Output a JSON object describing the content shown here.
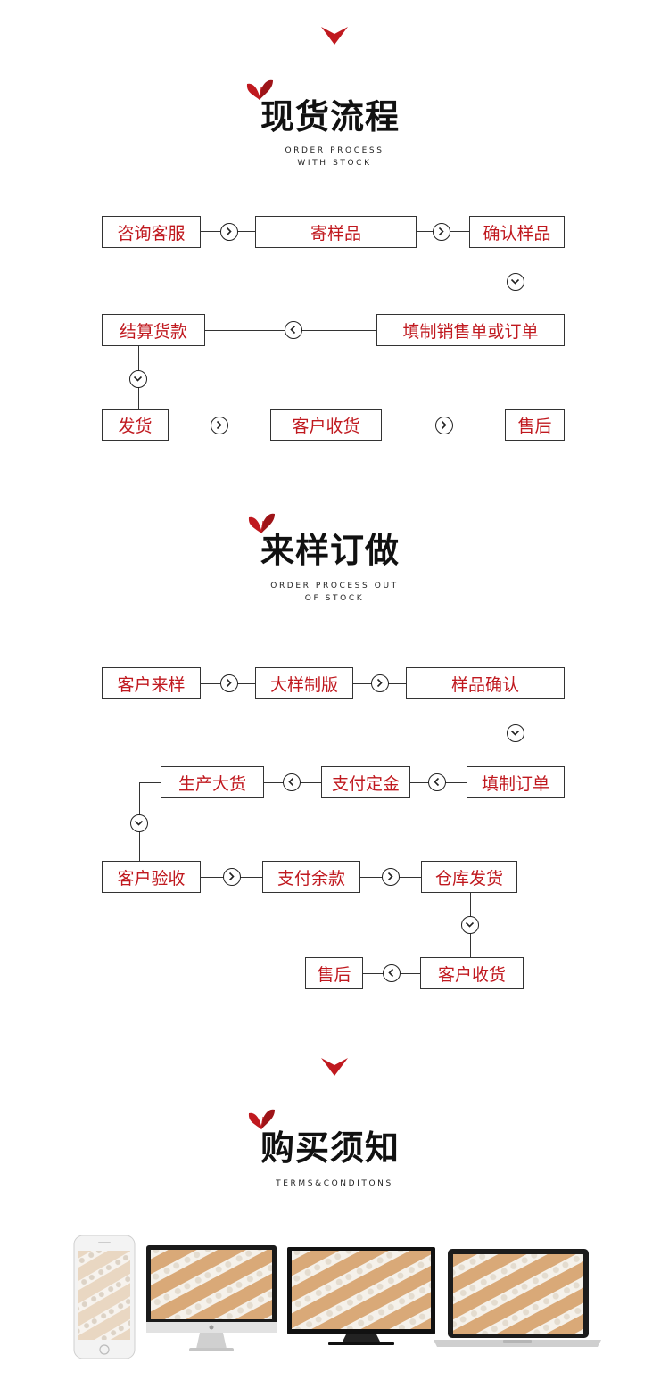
{
  "section1": {
    "title": "现货流程",
    "subtitle_line1": "ORDER PROCESS",
    "subtitle_line2": "WITH STOCK",
    "steps": [
      "咨询客服",
      "寄样品",
      "确认样品",
      "填制销售单或订单",
      "结算货款",
      "发货",
      "客户收货",
      "售后"
    ]
  },
  "section2": {
    "title": "来样订做",
    "subtitle_line1": "ORDER PROCESS OUT",
    "subtitle_line2": "OF STOCK",
    "steps": [
      "客户来样",
      "大样制版",
      "样品确认",
      "填制订单",
      "支付定金",
      "生产大货",
      "客户验收",
      "支付余款",
      "仓库发货",
      "客户收货",
      "售后"
    ]
  },
  "section3": {
    "title": "购买须知",
    "subtitle": "TERMS&CONDITONS"
  },
  "colors": {
    "accent": "#c0191f",
    "text": "#111111",
    "border": "#333333"
  },
  "icons": [
    "chevron-down-icon",
    "butterfly-icon",
    "circle-arrow-right-icon",
    "circle-arrow-left-icon",
    "circle-arrow-down-icon"
  ]
}
